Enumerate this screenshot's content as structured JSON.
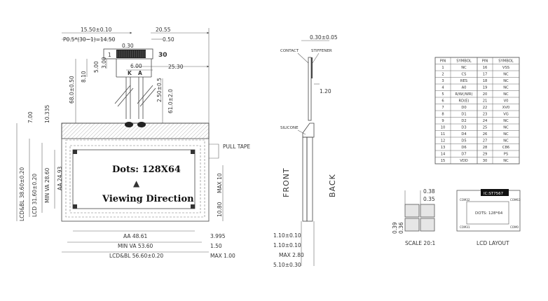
{
  "front_view": {
    "top_dims": {
      "width_1": "15.50±0.10",
      "pitch": "P0.5*(30−1)=14.50",
      "w050": "0.50",
      "w2055": "20.55",
      "w030": "0.30",
      "w600": "6.00",
      "w2530": "25.30"
    },
    "pin_first": "1",
    "pin_last": "30",
    "fpc_marks": [
      "K",
      "A"
    ],
    "vertical_dims": {
      "v500": "5.00",
      "v300": "3.00",
      "v810": "8.10",
      "v6800": "68.0±0.50",
      "v250": "2.50±0.5",
      "v6100": "61.0±2.0",
      "v700": "7.00",
      "v10335": "10.335",
      "lcd_bl_h": "LCD&BL 38.60±0.20",
      "lcd_h": "LCD 31.60±0.20",
      "min_va_h": "MIN VA 28.60",
      "aa_h": "AA 24.93",
      "max10": "MAX 10",
      "v1080": "10.80"
    },
    "bottom_dims": {
      "aa_w": "AA 48.61",
      "v3995": "3.995",
      "min_va_w": "MIN VA 53.60",
      "v150": "1.50",
      "lcd_bl_w": "LCD&BL 56.60±0.20",
      "max100": "MAX 1.00"
    },
    "pull_tape": "PULL TAPE",
    "dots_text": "Dots: 128X64",
    "arrow": "▲",
    "viewing_text": "Viewing Direction"
  },
  "side_view": {
    "top_dim": "0.30±0.05",
    "contact": "CONTACT",
    "stiffener": "STIFFENER",
    "d120": "1.20",
    "silicone": "SILICONE",
    "front": "FRONT",
    "back": "BACK",
    "dims": [
      "1.10±0.10",
      "1.10±0.10",
      "MAX 2.80",
      "5.10±0.30"
    ]
  },
  "pin_table": {
    "headers": [
      "PIN",
      "SYMBOL",
      "PIN",
      "SYMBOL"
    ],
    "rows": [
      [
        "1",
        "NC",
        "16",
        "VSS"
      ],
      [
        "2",
        "CS",
        "17",
        "NC"
      ],
      [
        "3",
        "RES",
        "18",
        "NC"
      ],
      [
        "4",
        "A0",
        "19",
        "NC"
      ],
      [
        "5",
        "R/W(/WR)",
        "20",
        "NC"
      ],
      [
        "6",
        "RD(E)",
        "21",
        "V0"
      ],
      [
        "7",
        "D0",
        "22",
        "XV0"
      ],
      [
        "8",
        "D1",
        "23",
        "VG"
      ],
      [
        "9",
        "D2",
        "24",
        "NC"
      ],
      [
        "10",
        "D3",
        "25",
        "NC"
      ],
      [
        "11",
        "D4",
        "26",
        "NC"
      ],
      [
        "12",
        "D5",
        "27",
        "NC"
      ],
      [
        "13",
        "D6",
        "28",
        "C86"
      ],
      [
        "14",
        "D7",
        "29",
        "PS"
      ],
      [
        "15",
        "VDD",
        "30",
        "NC"
      ]
    ]
  },
  "scale_detail": {
    "d038": "0.38",
    "d035": "0.35",
    "d039": "0.39",
    "d036": "0.36",
    "label": "SCALE 20:1"
  },
  "lcd_layout": {
    "ic": "IC:ST7567",
    "dots": "DOTS: 128*64",
    "com_a": "COM32",
    "com_b": "COM63",
    "com_c": "COM31",
    "com_d": "COM0",
    "label": "LCD LAYOUT"
  }
}
